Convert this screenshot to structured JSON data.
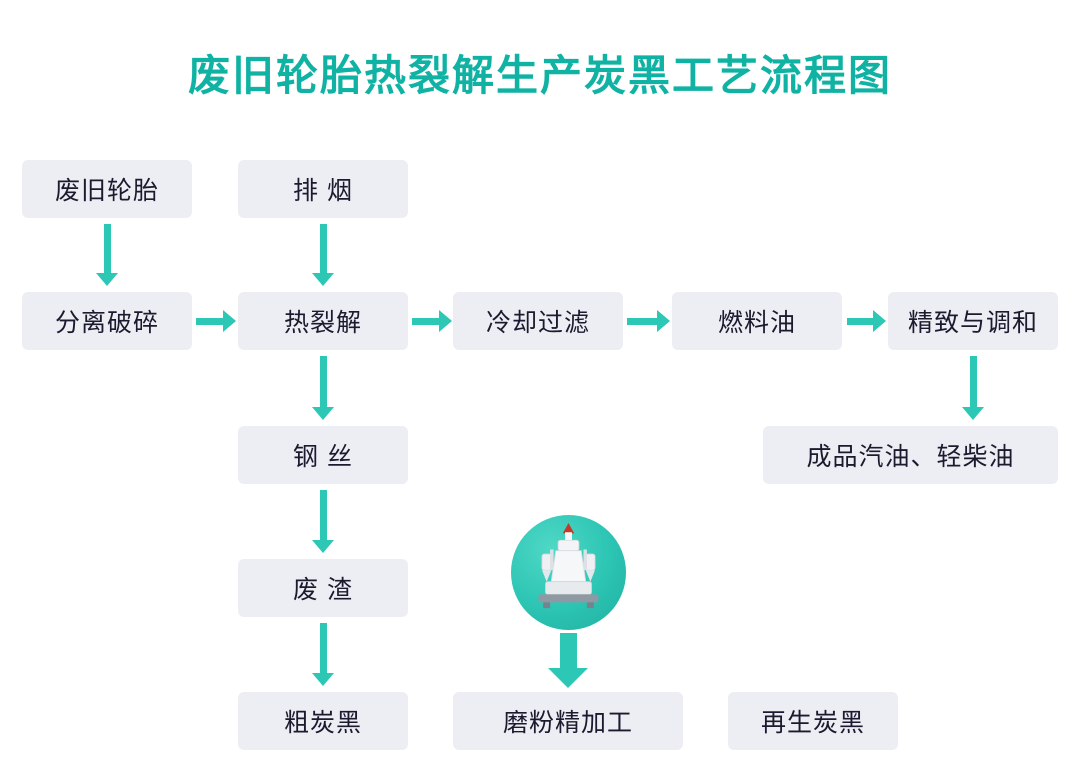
{
  "title": "废旧轮胎热裂解生产炭黑工艺流程图",
  "colors": {
    "title_teal": "#10b3a3",
    "arrow_teal": "#2cc7b5",
    "box_background": "#edeef4",
    "box_text": "#1a1b2e"
  },
  "icons": {
    "grinding_mill": "grinding-mill-machine"
  },
  "nodes": {
    "waste_tire": "废旧轮胎",
    "smoke_exhaust": "排 烟",
    "separate_crush": "分离破碎",
    "pyrolysis": "热裂解",
    "cooling_filter": "冷却过滤",
    "fuel_oil": "燃料油",
    "refine_blend": "精致与调和",
    "finished_oil": "成品汽油、轻柴油",
    "steel_wire": "钢 丝",
    "waste_residue": "废 渣",
    "coarse_carbon_black": "粗炭黑",
    "grinding_process": "磨粉精加工",
    "regenerated_carbon_black": "再生炭黑"
  }
}
